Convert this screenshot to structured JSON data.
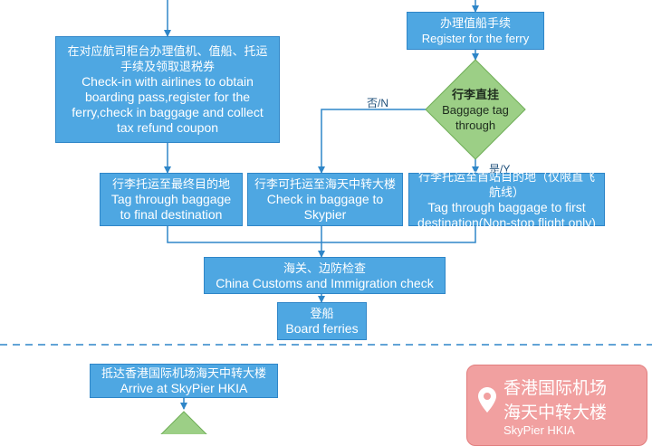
{
  "colors": {
    "box": "#4ea7e2",
    "box_border": "#2f86c8",
    "diamond": "#9ccf86",
    "arrow": "#2f86c8",
    "divider": "#2f86c8",
    "card": "#f1a0a0"
  },
  "checkin": {
    "zh_line1": "在对应航司柜台办理值机、值船、托运",
    "zh_line2": "手续及领取退税券",
    "en_line1": "Check-in with airlines to obtain",
    "en_line2": "boarding pass,register for the",
    "en_line3": "ferry,check in baggage and collect",
    "en_line4": "tax refund coupon"
  },
  "ferry_register": {
    "zh": "办理值船手续",
    "en": "Register for the ferry"
  },
  "decision": {
    "zh": "行李直挂",
    "en_line1": "Baggage tag",
    "en_line2": "through"
  },
  "labels": {
    "no": "否/N",
    "yes": "是/Y"
  },
  "final_dest": {
    "zh": "行李托运至最终目的地",
    "en_line1": "Tag through baggage",
    "en_line2": "to final destination"
  },
  "skypier": {
    "zh": "行李可托运至海天中转大楼",
    "en_line1": "Check in baggage to",
    "en_line2": "Skypier"
  },
  "first_dest": {
    "zh": "行李托运至首站目的地（仅限直飞航线）",
    "en_line1": "Tag through baggage to first",
    "en_line2": "destination(Non-stop flight only)"
  },
  "customs": {
    "zh": "海关、边防检查",
    "en": "China Customs and Immigration check"
  },
  "board": {
    "zh": "登船",
    "en": "Board ferries"
  },
  "arrive": {
    "zh": "抵达香港国际机场海天中转大楼",
    "en": "Arrive at SkyPier HKIA"
  },
  "hkia_card": {
    "line1": "香港国际机场",
    "line2": "海天中转大楼",
    "line3": "SkyPier HKIA"
  }
}
